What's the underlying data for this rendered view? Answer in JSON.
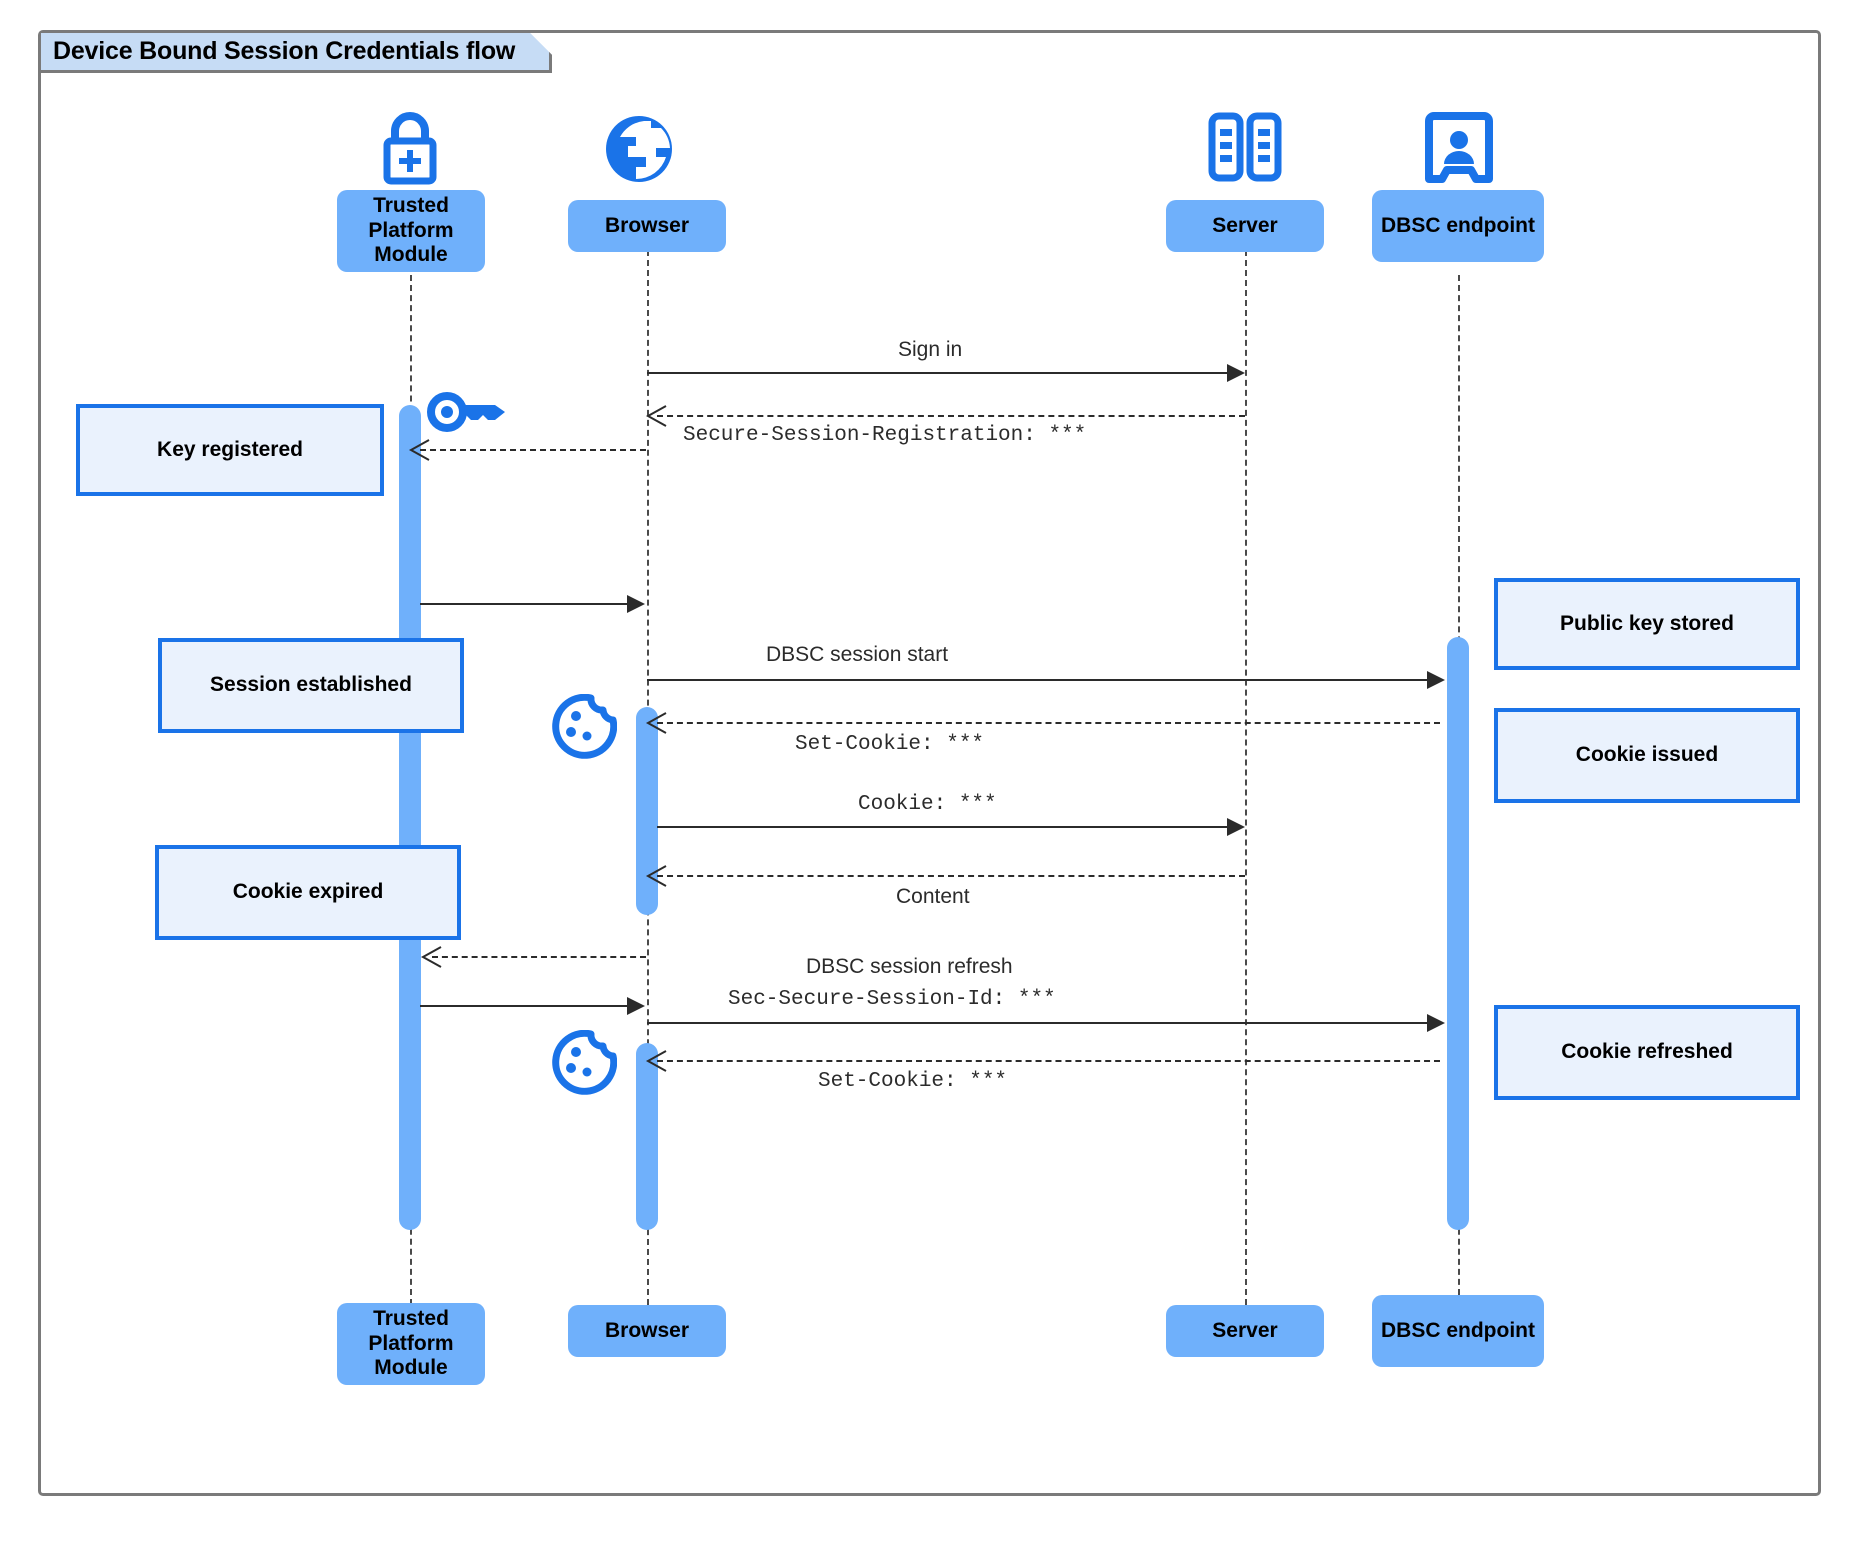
{
  "frame": {
    "title": "Device Bound Session Credentials flow",
    "border_color": "#7a7a7a",
    "title_bg": "#c6dcf5"
  },
  "theme": {
    "participant_bg": "#6fb0fb",
    "note_bg": "#eaf2fd",
    "note_border": "#1a73e8",
    "icon_blue": "#1a73e8",
    "activation_bg": "#6fb0fb",
    "line_color": "#2b2b2b"
  },
  "participants": [
    {
      "id": "tpm",
      "label": "Trusted Platform Module",
      "icon": "lock-plus-icon"
    },
    {
      "id": "browser",
      "label": "Browser",
      "icon": "globe-icon"
    },
    {
      "id": "server",
      "label": "Server",
      "icon": "server-rack-icon"
    },
    {
      "id": "dbsc",
      "label": "DBSC endpoint",
      "icon": "id-badge-icon"
    }
  ],
  "messages": [
    {
      "id": "m1",
      "label": "Sign in",
      "style": "solid",
      "from": "browser",
      "to": "server"
    },
    {
      "id": "m2",
      "label": "Secure-Session-Registration: ***",
      "style": "dashed",
      "mono": true,
      "from": "server",
      "to": "browser"
    },
    {
      "id": "m3",
      "label": "",
      "style": "dashed",
      "from": "browser",
      "to": "tpm"
    },
    {
      "id": "m4",
      "label": "",
      "style": "solid",
      "from": "tpm",
      "to": "browser"
    },
    {
      "id": "m5",
      "label": "DBSC session start",
      "style": "solid",
      "from": "browser",
      "to": "dbsc"
    },
    {
      "id": "m6",
      "label": "Set-Cookie: ***",
      "style": "dashed",
      "mono": true,
      "from": "dbsc",
      "to": "browser"
    },
    {
      "id": "m7",
      "label": "Cookie: ***",
      "style": "solid",
      "mono": true,
      "from": "browser",
      "to": "server"
    },
    {
      "id": "m8",
      "label": "Content",
      "style": "dashed",
      "from": "server",
      "to": "browser"
    },
    {
      "id": "m9",
      "label": "",
      "style": "dashed",
      "from": "browser",
      "to": "tpm"
    },
    {
      "id": "m10",
      "label": "",
      "style": "solid",
      "from": "tpm",
      "to": "browser"
    },
    {
      "id": "m11",
      "label": "DBSC session refresh",
      "style": "solid",
      "from": "browser",
      "to": "dbsc",
      "label2": "Sec-Secure-Session-Id: ***",
      "label2_mono": true
    },
    {
      "id": "m12",
      "label": "Set-Cookie: ***",
      "style": "dashed",
      "mono": true,
      "from": "dbsc",
      "to": "browser"
    }
  ],
  "notes": [
    {
      "id": "n1",
      "text": "Key registered",
      "side": "left"
    },
    {
      "id": "n2",
      "text": "Session established",
      "side": "left"
    },
    {
      "id": "n3",
      "text": "Cookie expired",
      "side": "left"
    },
    {
      "id": "n4",
      "text": "Public key stored",
      "side": "right"
    },
    {
      "id": "n5",
      "text": "Cookie issued",
      "side": "right"
    },
    {
      "id": "n6",
      "text": "Cookie refreshed",
      "side": "right"
    }
  ],
  "inline_icons": [
    {
      "id": "key1",
      "name": "key-icon",
      "near": "tpm"
    },
    {
      "id": "cookie1",
      "name": "cookie-icon",
      "near": "browser"
    },
    {
      "id": "cookie2",
      "name": "cookie-icon",
      "near": "browser"
    }
  ]
}
